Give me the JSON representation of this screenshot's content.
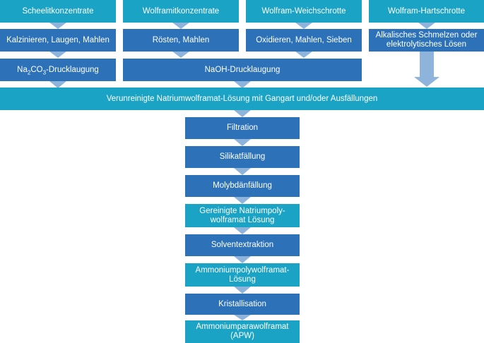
{
  "sources": {
    "scheelit": "Scheelitkonzentrate",
    "wolframit": "Wolframitkonzentrate",
    "weichschrotte": "Wolfram-Weichschrotte",
    "hartschrotte": "Wolfram-Hartschrotte"
  },
  "pretreatment": {
    "scheelit": "Kalzinieren, Laugen, Mahlen",
    "wolframit": "Rösten, Mahlen",
    "weichschrotte": "Oxidieren, Mahlen, Sieben",
    "hartschrotte": "Alkalisches Schmelzen oder elektrolytisches Lösen"
  },
  "leaching": {
    "na2co3_prefix": "Na",
    "na2co3_sub1": "2",
    "na2co3_mid": "CO",
    "na2co3_sub2": "3",
    "na2co3_suffix": "-Drucklaugung",
    "naoh": "NaOH-Drucklaugung"
  },
  "solution": "Verunreinigte Natriumwolframat-Lösung mit Gangart und/oder Ausfällungen",
  "steps": {
    "filtration": "Filtration",
    "silikat": "Silikatfällung",
    "molybdaen": "Molybdänfällung",
    "gereinigte": "Gereinigte Natriumpoly-wolframat Lösung",
    "solvent": "Solventextraktion",
    "ammoniumpoly": "Ammoniumpolywolframat-Lösung",
    "kristall": "Kristallisation",
    "apw": "Ammoniumparawolframat (APW)"
  },
  "colors": {
    "teal": "#1aa3c4",
    "blue": "#2d72b8",
    "arrow": "#8fb4dc"
  }
}
